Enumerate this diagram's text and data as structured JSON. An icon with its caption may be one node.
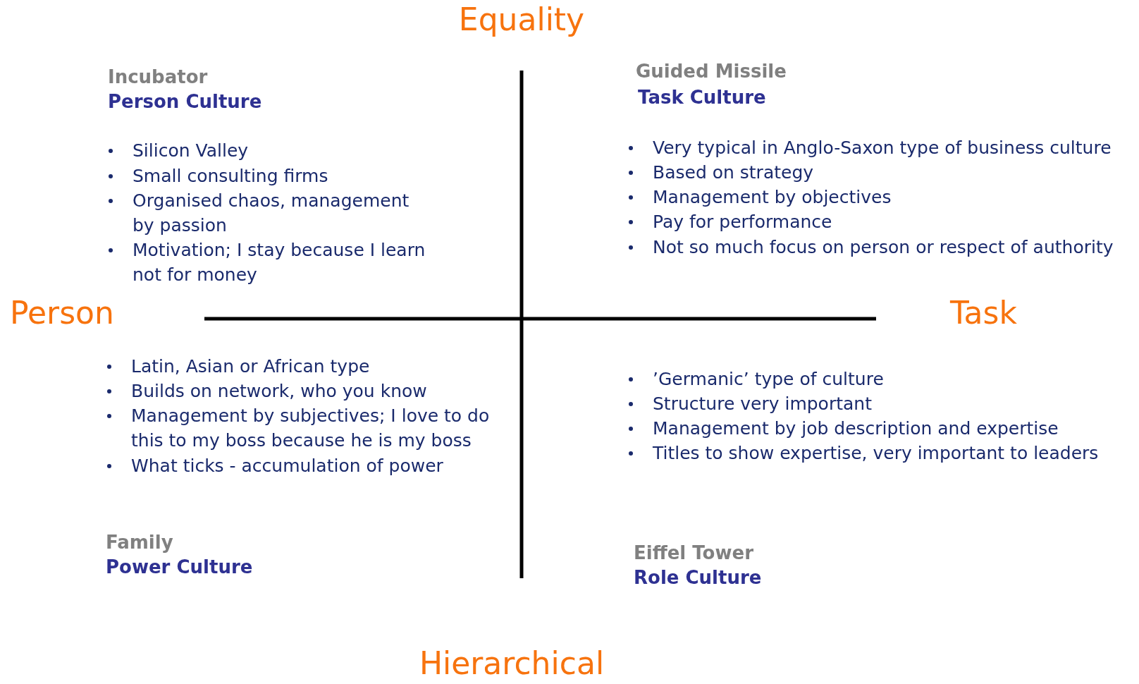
{
  "diagram": {
    "labels": [
      "Equality",
      "Incubator",
      "Person Culture",
      "Silicon Valley",
      "Small consulting firms",
      "Organised chaos, management by passion",
      "Motivation; I stay because I learn not for money",
      "Guided Missile",
      "Task Culture",
      "Very typical in Anglo-Saxon type of business culture",
      "Based on strategy",
      "Management by objectives",
      "Pay for performance",
      "Not so much focus on person or respect of authority",
      "Person",
      "Task",
      "Latin, Asian or African type",
      "Builds on network, who you know",
      "Management by subjectives; I love to do this to my boss because he is my boss",
      "What ticks - accumulation of power",
      "’Germanic’ type of culture",
      "Structure very important",
      "Management by job description and expertise",
      "Titles to show expertise, very important to leaders",
      "Family",
      "Power Culture",
      "Eiffel Tower",
      "Role Culture",
      "Hierarchical"
    ]
  }
}
